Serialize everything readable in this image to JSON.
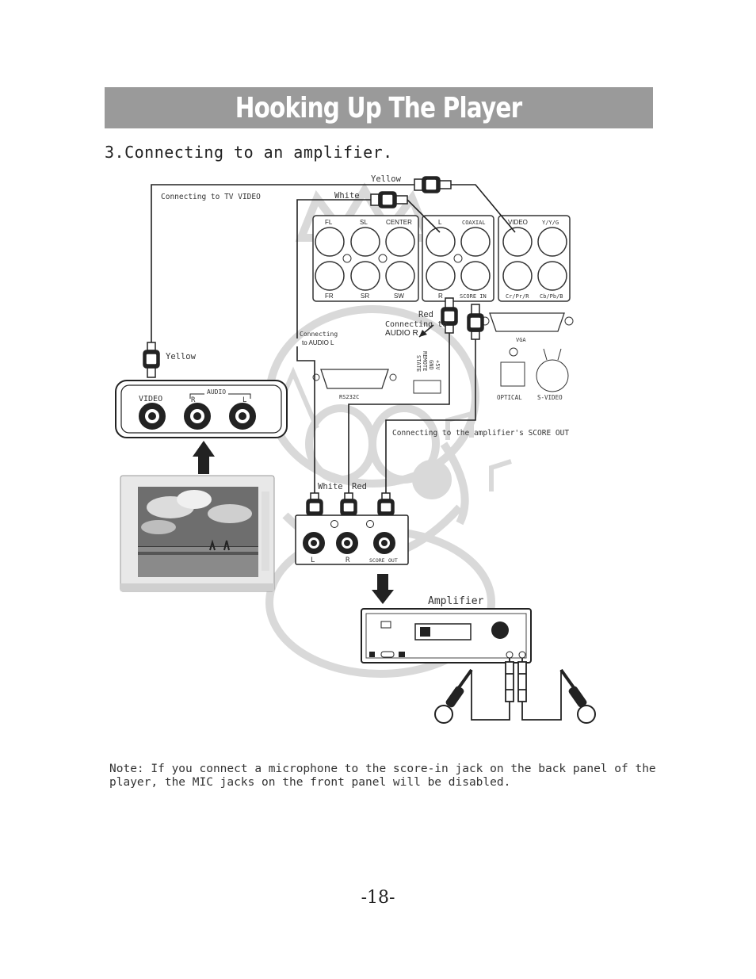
{
  "banner": {
    "title": "Hooking Up The Player"
  },
  "section": {
    "heading": "3.Connecting to an amplifier."
  },
  "cables": {
    "yellow_top": "Yellow",
    "white_top": "White",
    "tv_video": "Connecting to TV VIDEO",
    "yellow_left": "Yellow",
    "red": "Red",
    "connecting_to": "Connecting to",
    "audio_r": "AUDIO R",
    "connecting_l1": "Connecting",
    "connecting_l2": "to AUDIO L",
    "score_out": "Connecting to the amplifier's SCORE OUT",
    "white_bottom": "White",
    "red_bottom": "Red",
    "amplifier": "Amplifier"
  },
  "player_panel": {
    "fl": "FL",
    "sl": "SL",
    "center": "CENTER",
    "fr": "FR",
    "sr": "SR",
    "sw": "SW",
    "l": "L",
    "coaxial": "COAXIAL",
    "r": "R",
    "score_in": "SCORE IN",
    "video": "VIDEO",
    "yyg": "Y/Y/G",
    "crprr": "Cr/Pr/R",
    "cbpbb": "Cb/Pb/B",
    "vga": "VGA",
    "rs232c": "RS232C",
    "state": "STATE",
    "remote": "REMOTE",
    "gnd": "GND",
    "plus5v": "+5V",
    "optical": "OPTICAL",
    "svideo": "S-VIDEO"
  },
  "tv_panel": {
    "video": "VIDEO",
    "audio": "AUDIO",
    "r": "R",
    "l": "L"
  },
  "amp_panel": {
    "l": "L",
    "r": "R",
    "score": "SCORE",
    "out": "OUT"
  },
  "note": "Note: If you connect a microphone to the score-in jack on the back panel of the\nplayer, the MIC jacks on the front panel will be disabled.",
  "page": {
    "number": "-18-"
  }
}
